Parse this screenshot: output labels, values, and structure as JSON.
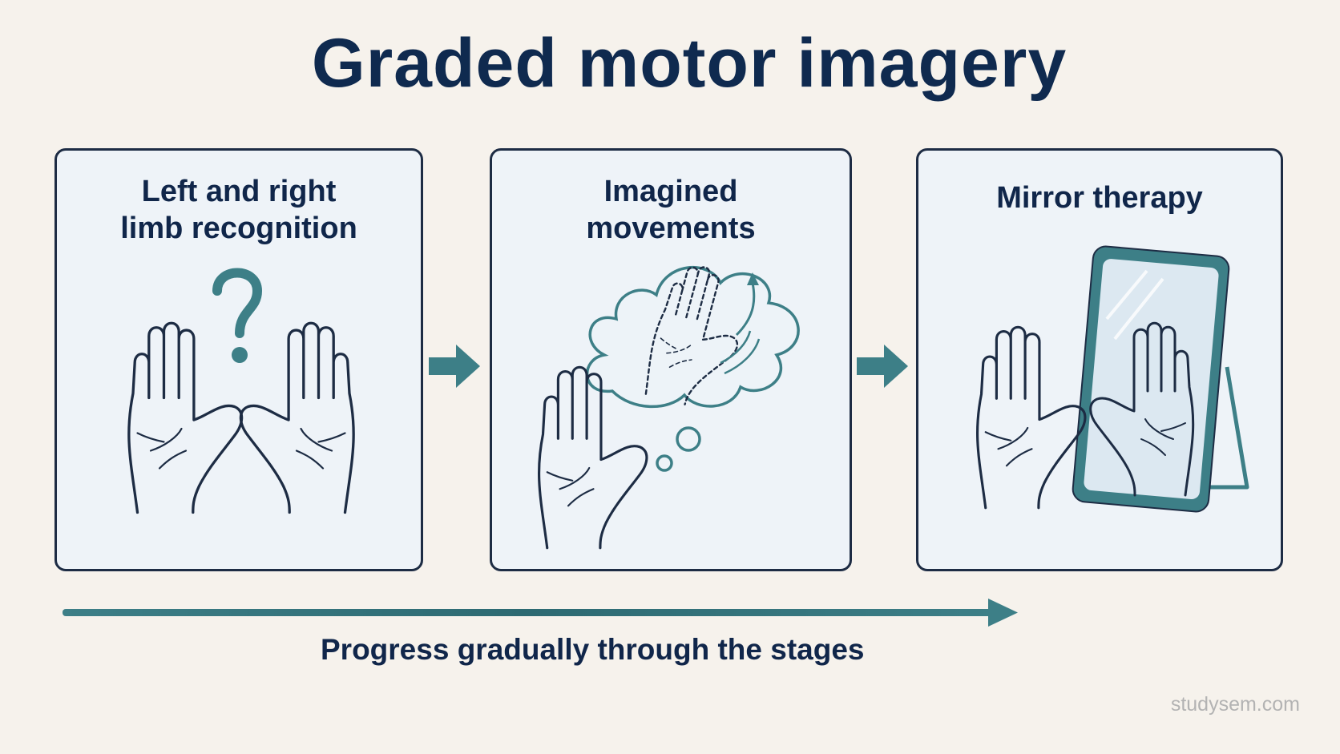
{
  "title": "Graded motor imagery",
  "stages": [
    {
      "title": "Left and right\nlimb recognition",
      "icon": "question-mark-icon"
    },
    {
      "title": "Imagined\nmovements",
      "icon": "thought-cloud-icon"
    },
    {
      "title": "Mirror therapy",
      "icon": "mirror-icon"
    }
  ],
  "progress_label": "Progress gradually through the stages",
  "watermark": "studysem.com",
  "colors": {
    "accent": "#3d7f87",
    "outline": "#1d2c44",
    "panel_bg": "#eef3f8",
    "page_bg": "#f6f2ec",
    "title": "#0f2a4f"
  }
}
